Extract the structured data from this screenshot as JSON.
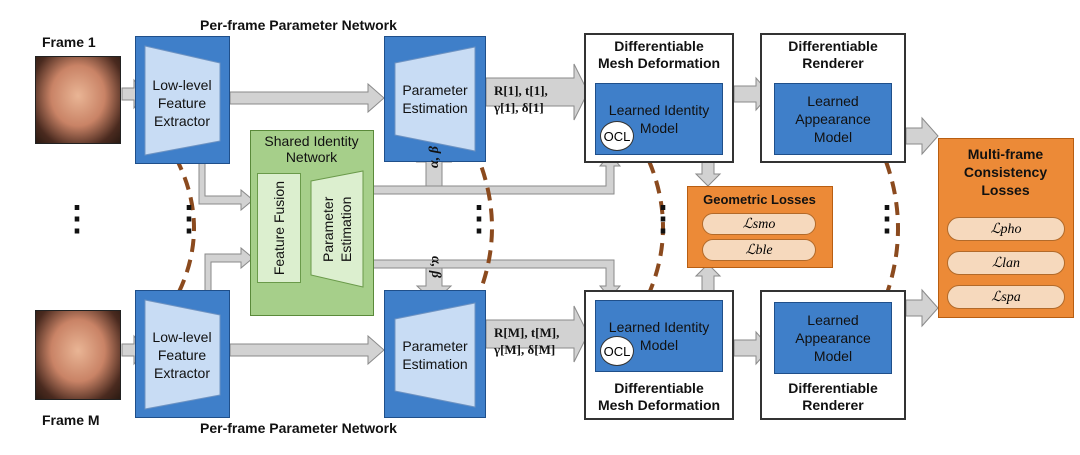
{
  "frames": {
    "top_label": "Frame 1",
    "bottom_label": "Frame M"
  },
  "per_frame_network": {
    "top_title": "Per-frame Parameter Network",
    "bottom_title": "Per-frame Parameter Network"
  },
  "feature_extractor": {
    "line1": "Low-level",
    "line2": "Feature",
    "line3": "Extractor"
  },
  "parameter_estimation": {
    "line1": "Parameter",
    "line2": "Estimation"
  },
  "shared_identity": {
    "title_line1": "Shared Identity",
    "title_line2": "Network",
    "fusion": "Feature Fusion",
    "estimation": "Parameter Estimation"
  },
  "params_top": {
    "line1": "R[1], t[1],",
    "line2": "γ[1], δ[1]"
  },
  "params_bottom": {
    "line1": "R[M], t[M],",
    "line2": "γ[M], δ[M]"
  },
  "alpha_beta": "α, β",
  "mesh_deformation": {
    "title_line1": "Differentiable",
    "title_line2": "Mesh Deformation",
    "identity_line1": "Learned Identity",
    "identity_line2": "Model",
    "ocl": "OCL"
  },
  "renderer": {
    "title_line1": "Differentiable",
    "title_line2": "Renderer",
    "appearance_line1": "Learned",
    "appearance_line2": "Appearance",
    "appearance_line3": "Model"
  },
  "geometric_losses": {
    "title": "Geometric Losses",
    "items": [
      "ℒsmo",
      "ℒble"
    ]
  },
  "multi_frame_losses": {
    "title_line1": "Multi-frame",
    "title_line2": "Consistency",
    "title_line3": "Losses",
    "items": [
      "ℒpho",
      "ℒlan",
      "ℒspa"
    ]
  },
  "ellipsis": "⋮",
  "colors": {
    "panel_fill": "#fdf3cf",
    "panel_border": "#c9a23a",
    "blue": "#3f7fc9",
    "light_blue": "#c8dcf4",
    "green": "#a6cf8a",
    "orange": "#ec8a37",
    "arrow_gray": "#cfcfcf",
    "dashed_brown": "#8b4a1e"
  }
}
